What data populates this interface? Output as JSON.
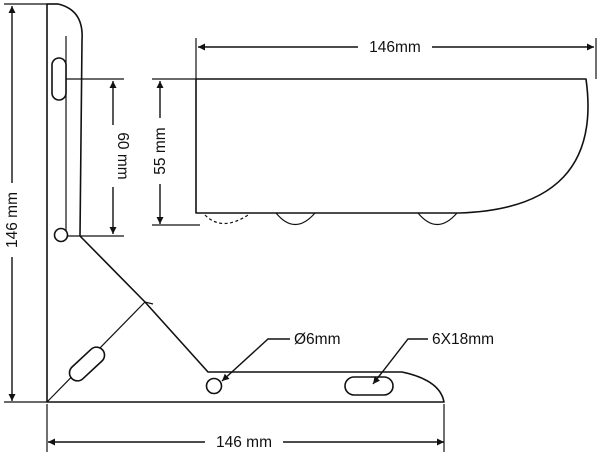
{
  "labels": {
    "width_top": "146mm",
    "width_bottom": "146 mm",
    "height_left": "146 mm",
    "slot_offset": "60 mm",
    "bracket_depth": "55 mm",
    "hole": "Ø6mm",
    "slot": "6X18mm"
  },
  "colors": {
    "line": "#111111",
    "background": "#ffffff"
  }
}
